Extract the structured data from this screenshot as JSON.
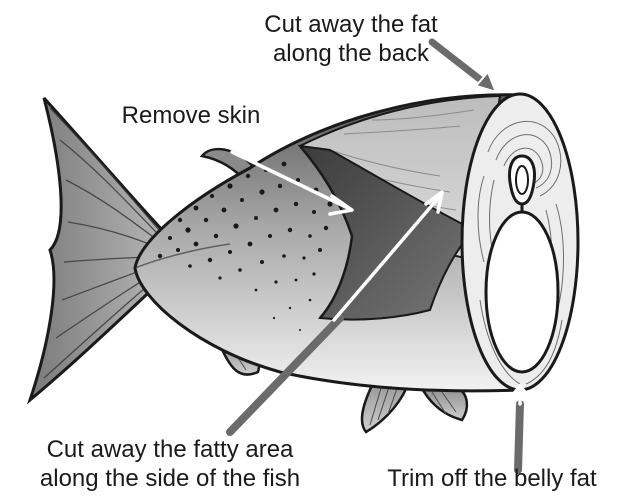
{
  "labels": {
    "back_fat": {
      "line1": "Cut away the fat",
      "line2": "along the back"
    },
    "skin": {
      "text": "Remove skin"
    },
    "side_fat": {
      "line1": "Cut away the fatty area",
      "line2": "along the side of the fish"
    },
    "belly_fat": {
      "text": "Trim off the belly fat"
    }
  },
  "colors": {
    "ink": "#1a1a1a",
    "arrow_shaft": "#6b6b6b",
    "highlight": "#ffffff",
    "background": "#ffffff"
  },
  "icons": {
    "back_arrow": "arrow-down-right",
    "skin_arrow": "arrow-down-right",
    "side_arrow": "arrow-up-right",
    "belly_arrow": "arrow-up"
  }
}
